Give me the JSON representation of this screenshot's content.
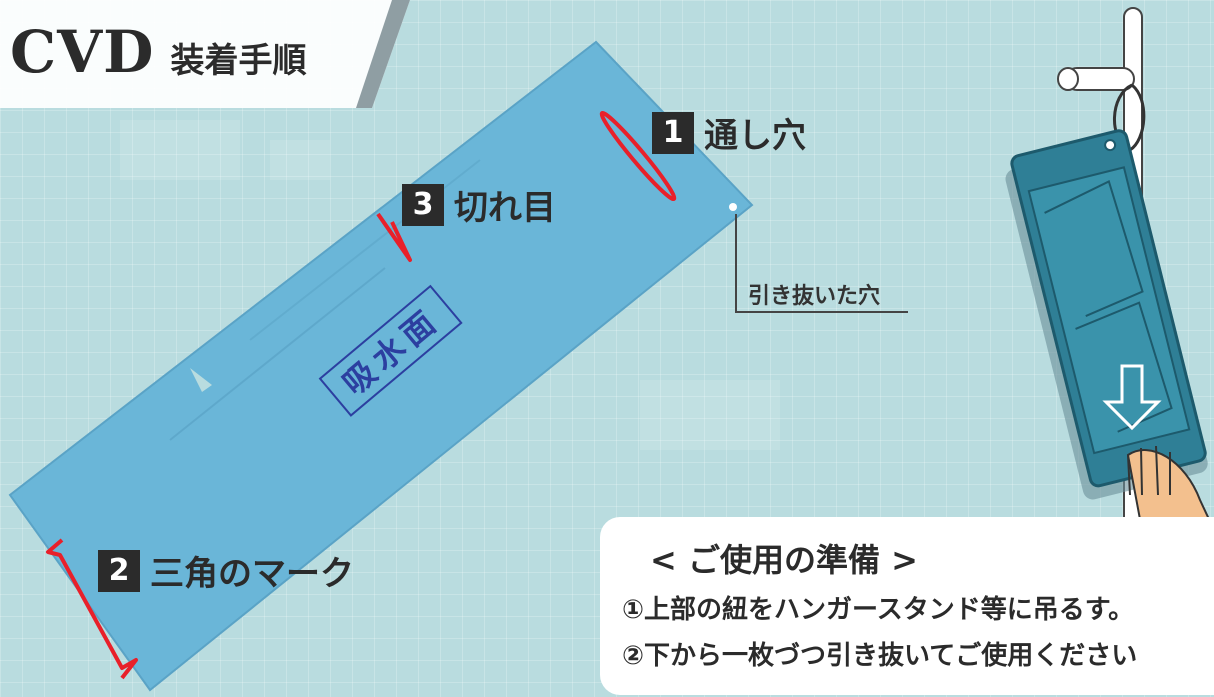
{
  "title": {
    "main": "CVD",
    "sub": "装着手順"
  },
  "labels": [
    {
      "num": "1",
      "text": "通し穴"
    },
    {
      "num": "2",
      "text": "三角のマーク"
    },
    {
      "num": "3",
      "text": "切れ目"
    }
  ],
  "pad_text": "吸水面",
  "hole_caption": "引き抜いた穴",
  "instructions": {
    "heading": "< ご使用の準備 >",
    "lines": [
      "①上部の紐をハンガースタンド等に吊るす。",
      "②下から一枚づつ引き抜いてご使用ください"
    ]
  },
  "colors": {
    "background": "#b9dcdf",
    "pad": "#6ab6d8",
    "marker": "#e8202a",
    "device": "#2f7f96",
    "dark": "#2b2b2b"
  }
}
